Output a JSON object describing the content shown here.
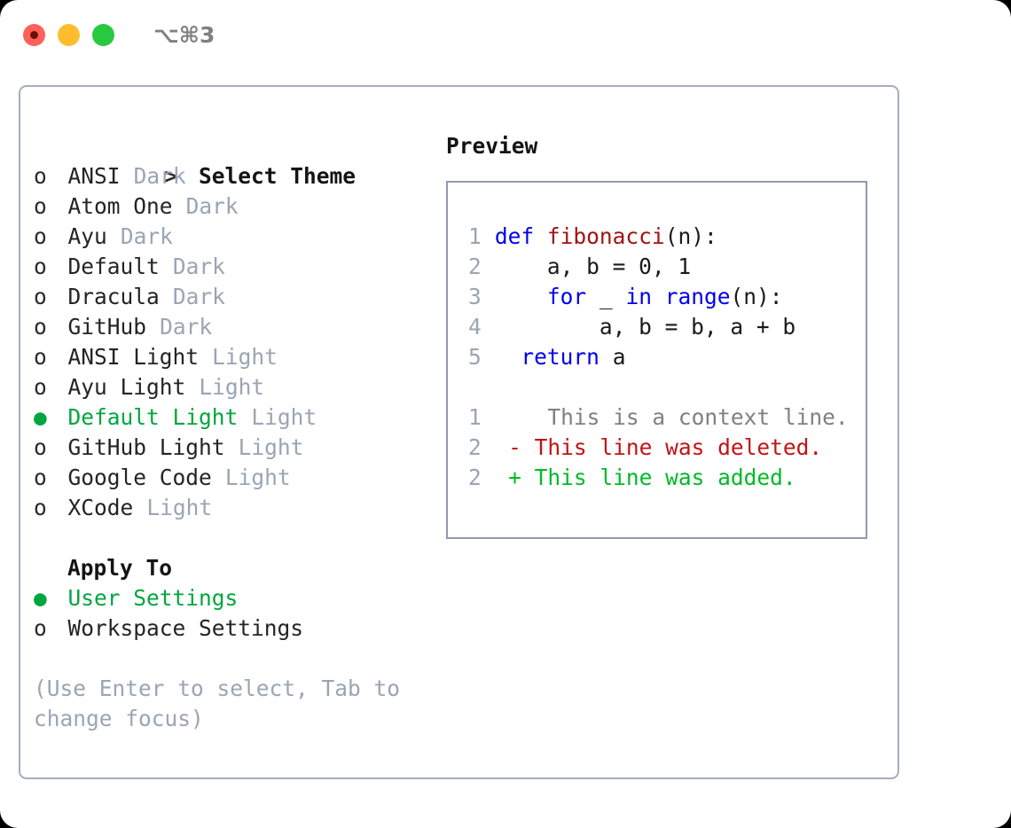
{
  "titlebar": {
    "shortcut": "⌥⌘3",
    "lights": [
      {
        "name": "close",
        "color": "#ff6159"
      },
      {
        "name": "minimize",
        "color": "#ffbd2e"
      },
      {
        "name": "maximize",
        "color": "#28c840"
      }
    ]
  },
  "colors": {
    "accent_green": "#00a63d",
    "muted": "#9aa5b4",
    "border": "#a3aebd",
    "preview_border": "#8f9bab",
    "keyword": "#0000ee",
    "function": "#a01414",
    "diff_delete": "#c21313",
    "diff_add": "#00ba27",
    "diff_context": "#808080"
  },
  "theme_picker": {
    "prompt": ">",
    "title": "Select Theme",
    "marker_unselected": "o",
    "marker_selected": "●",
    "items": [
      {
        "name": "ANSI",
        "variant": "Dark",
        "selected": false
      },
      {
        "name": "Atom One",
        "variant": "Dark",
        "selected": false
      },
      {
        "name": "Ayu",
        "variant": "Dark",
        "selected": false
      },
      {
        "name": "Default",
        "variant": "Dark",
        "selected": false
      },
      {
        "name": "Dracula",
        "variant": "Dark",
        "selected": false
      },
      {
        "name": "GitHub",
        "variant": "Dark",
        "selected": false
      },
      {
        "name": "ANSI Light",
        "variant": "Light",
        "selected": false
      },
      {
        "name": "Ayu Light",
        "variant": "Light",
        "selected": false
      },
      {
        "name": "Default Light",
        "variant": "Light",
        "selected": true
      },
      {
        "name": "GitHub Light",
        "variant": "Light",
        "selected": false
      },
      {
        "name": "Google Code",
        "variant": "Light",
        "selected": false
      },
      {
        "name": "XCode",
        "variant": "Light",
        "selected": false
      }
    ]
  },
  "apply_to": {
    "title": "Apply To",
    "options": [
      {
        "name": "User Settings",
        "selected": true
      },
      {
        "name": "Workspace Settings",
        "selected": false
      }
    ]
  },
  "hint": "(Use Enter to select, Tab to change focus)",
  "preview": {
    "title": "Preview",
    "code_lines": [
      {
        "number": "1",
        "tokens": [
          {
            "text": "def ",
            "style": "kw"
          },
          {
            "text": "fibonacci",
            "style": "fn"
          },
          {
            "text": "(n):",
            "style": "plain"
          }
        ]
      },
      {
        "number": "2",
        "tokens": [
          {
            "text": "    a, b = 0, 1",
            "style": "plain"
          }
        ]
      },
      {
        "number": "3",
        "tokens": [
          {
            "text": "    ",
            "style": "plain"
          },
          {
            "text": "for",
            "style": "kw"
          },
          {
            "text": " _ ",
            "style": "plain"
          },
          {
            "text": "in",
            "style": "kw"
          },
          {
            "text": " ",
            "style": "plain"
          },
          {
            "text": "range",
            "style": "kw"
          },
          {
            "text": "(n):",
            "style": "plain"
          }
        ]
      },
      {
        "number": "4",
        "tokens": [
          {
            "text": "        a, b = b, a + b",
            "style": "plain"
          }
        ]
      },
      {
        "number": "5",
        "tokens": [
          {
            "text": "  ",
            "style": "plain"
          },
          {
            "text": "return",
            "style": "kw"
          },
          {
            "text": " a",
            "style": "plain"
          }
        ]
      }
    ],
    "diff_lines": [
      {
        "number": "1",
        "marker": " ",
        "text": "  This is a context line.",
        "style": "ctx"
      },
      {
        "number": "2",
        "marker": "-",
        "text": " This line was deleted.",
        "style": "del"
      },
      {
        "number": "2",
        "marker": "+",
        "text": " This line was added.",
        "style": "add"
      }
    ]
  }
}
